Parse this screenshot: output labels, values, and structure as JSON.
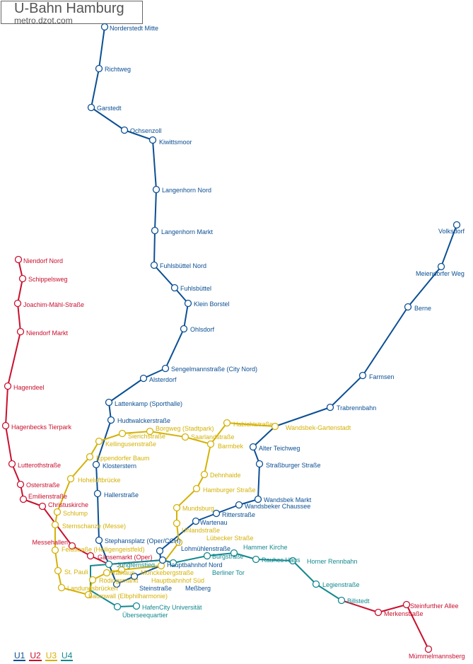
{
  "header": {
    "title": "U-Bahn Hamburg",
    "subtitle": "metro.dzot.com"
  },
  "lines": [
    {
      "id": "U1",
      "label": "U1",
      "color": "#0b4f93"
    },
    {
      "id": "U2",
      "label": "U2",
      "color": "#c8102e"
    },
    {
      "id": "U3",
      "label": "U3",
      "color": "#d4b106"
    },
    {
      "id": "U4",
      "label": "U4",
      "color": "#13888d"
    }
  ],
  "stations": [
    {
      "name": "Norderstedt Mitte",
      "line": "U1"
    },
    {
      "name": "Richtweg",
      "line": "U1"
    },
    {
      "name": "Garstedt",
      "line": "U1"
    },
    {
      "name": "Ochsenzoll",
      "line": "U1"
    },
    {
      "name": "Kiwittsmoor",
      "line": "U1"
    },
    {
      "name": "Langenhorn Nord",
      "line": "U1"
    },
    {
      "name": "Langenhorn Markt",
      "line": "U1"
    },
    {
      "name": "Fuhlsbüttel Nord",
      "line": "U1"
    },
    {
      "name": "Fuhlsbüttel",
      "line": "U1"
    },
    {
      "name": "Klein Borstel",
      "line": "U1"
    },
    {
      "name": "Ohlsdorf",
      "line": "U1"
    },
    {
      "name": "Sengelmannstraße (City Nord)",
      "line": "U1"
    },
    {
      "name": "Alsterdorf",
      "line": "U1"
    },
    {
      "name": "Lattenkamp (Sporthalle)",
      "line": "U1"
    },
    {
      "name": "Hudtwalckerstraße",
      "line": "U1"
    },
    {
      "name": "Klosterstern",
      "line": "U1"
    },
    {
      "name": "Hallerstraße",
      "line": "U1"
    },
    {
      "name": "Stephansplatz (Oper/CCH)",
      "line": "U1"
    },
    {
      "name": "Jungfernstieg",
      "line": "U4"
    },
    {
      "name": "Meßberg",
      "line": "U1"
    },
    {
      "name": "Steinstraße",
      "line": "U1"
    },
    {
      "name": "Hauptbahnhof Süd",
      "line": "U3"
    },
    {
      "name": "Lohmühlenstraße",
      "line": "U1"
    },
    {
      "name": "Wartenau",
      "line": "U1"
    },
    {
      "name": "Ritterstraße",
      "line": "U1"
    },
    {
      "name": "Wandsbeker Chaussee",
      "line": "U1"
    },
    {
      "name": "Wandsbek Markt",
      "line": "U1"
    },
    {
      "name": "Straßburger Straße",
      "line": "U1"
    },
    {
      "name": "Alter Teichweg",
      "line": "U1"
    },
    {
      "name": "Wandsbek-Gartenstadt",
      "line": "U3"
    },
    {
      "name": "Trabrennbahn",
      "line": "U1"
    },
    {
      "name": "Farmsen",
      "line": "U1"
    },
    {
      "name": "Berne",
      "line": "U1"
    },
    {
      "name": "Meiendorfer Weg",
      "line": "U1"
    },
    {
      "name": "Volksdorf",
      "line": "U1"
    },
    {
      "name": "Niendorf Nord",
      "line": "U2"
    },
    {
      "name": "Schippelsweg",
      "line": "U2"
    },
    {
      "name": "Joachim-Mähl-Straße",
      "line": "U2"
    },
    {
      "name": "Niendorf Markt",
      "line": "U2"
    },
    {
      "name": "Hagendeel",
      "line": "U2"
    },
    {
      "name": "Hagenbecks Tierpark",
      "line": "U2"
    },
    {
      "name": "Lutterothstraße",
      "line": "U2"
    },
    {
      "name": "Osterstraße",
      "line": "U2"
    },
    {
      "name": "Emilienstraße",
      "line": "U2"
    },
    {
      "name": "Christuskirche",
      "line": "U2"
    },
    {
      "name": "Messehallen",
      "line": "U2"
    },
    {
      "name": "Gänsemarkt (Oper)",
      "line": "U2"
    },
    {
      "name": "Hauptbahnhof Nord",
      "line": "U1"
    },
    {
      "name": "Berliner Tor",
      "line": "U4"
    },
    {
      "name": "Merkenstraße",
      "line": "U2"
    },
    {
      "name": "Steinfurther Allee",
      "line": "U2"
    },
    {
      "name": "Mümmelmannsberg",
      "line": "U2"
    },
    {
      "name": "Burgstraße",
      "line": "U4"
    },
    {
      "name": "Hammer Kirche",
      "line": "U4"
    },
    {
      "name": "Rauhes Haus",
      "line": "U4"
    },
    {
      "name": "Horner Rennbahn",
      "line": "U4"
    },
    {
      "name": "Legienstraße",
      "line": "U4"
    },
    {
      "name": "Billstedt",
      "line": "U4"
    },
    {
      "name": "HafenCity Universität",
      "line": "U4"
    },
    {
      "name": "Überseequartier",
      "line": "U4"
    },
    {
      "name": "Habichtstraße",
      "line": "U3"
    },
    {
      "name": "Barmbek",
      "line": "U3"
    },
    {
      "name": "Saarlandstraße",
      "line": "U3"
    },
    {
      "name": "Borgweg (Stadtpark)",
      "line": "U3"
    },
    {
      "name": "Sierichstraße",
      "line": "U3"
    },
    {
      "name": "Kellingusenstraße",
      "line": "U3"
    },
    {
      "name": "Eppendorfer Baum",
      "line": "U3"
    },
    {
      "name": "Hoheluftbrücke",
      "line": "U3"
    },
    {
      "name": "Schlump",
      "line": "U3"
    },
    {
      "name": "Sternschanze (Messe)",
      "line": "U3"
    },
    {
      "name": "Feldstraße (Heiligengeistfeld)",
      "line": "U3"
    },
    {
      "name": "St. Pauli",
      "line": "U3"
    },
    {
      "name": "Landungsbrücken",
      "line": "U3"
    },
    {
      "name": "Baumwall (Elbphilharmonie)",
      "line": "U3"
    },
    {
      "name": "Rödingsmarkt",
      "line": "U3"
    },
    {
      "name": "Rathaus",
      "line": "U3"
    },
    {
      "name": "Mönckebergstraße",
      "line": "U3"
    },
    {
      "name": "Lübecker Straße",
      "line": "U3"
    },
    {
      "name": "Uhlandstraße",
      "line": "U3"
    },
    {
      "name": "Mundsburg",
      "line": "U3"
    },
    {
      "name": "Hamburger Straße",
      "line": "U3"
    },
    {
      "name": "Dehnhaide",
      "line": "U3"
    }
  ]
}
